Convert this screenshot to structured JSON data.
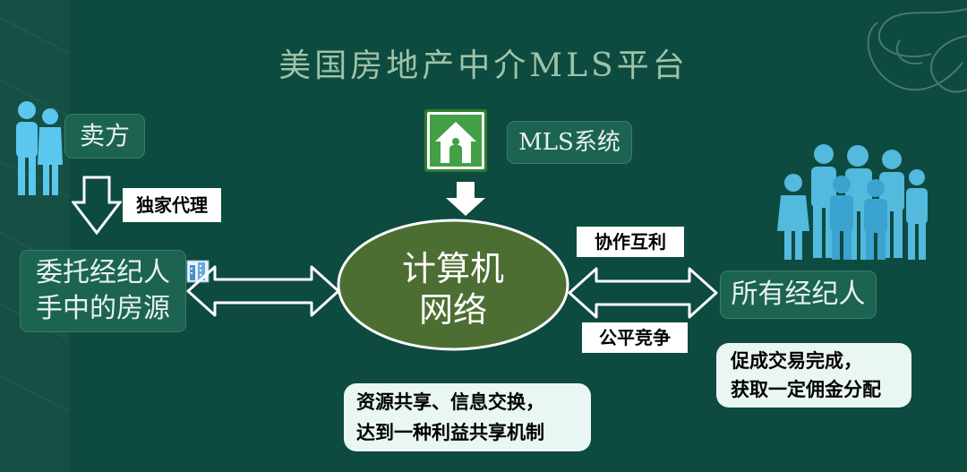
{
  "title": "美国房地产中介MLS平台",
  "nodes": {
    "seller": "卖方",
    "mls_system": "MLS系统",
    "listing_line1": "委托经纪人",
    "listing_line2": "手中的房源",
    "network_line1": "计算机",
    "network_line2": "网络",
    "all_agents": "所有经纪人"
  },
  "labels": {
    "exclusive_agency": "独家代理",
    "cooperation": "协作互利",
    "fair_competition": "公平竞争"
  },
  "notes": {
    "center_line1": "资源共享、信息交换，",
    "center_line2": "达到一种利益共享机制",
    "right_line1": "促成交易完成，",
    "right_line2": "获取一定佣金分配"
  },
  "icons": {
    "seller": "couple-people-icon",
    "mls": "house-icon",
    "listing": "building-icon",
    "agents": "crowd-people-icon"
  },
  "colors": {
    "background": "#0d4a40",
    "box": "#1d6352",
    "ellipse": "#4d6e32",
    "people": "#5bc6ee",
    "title": "#9ec3a6"
  }
}
